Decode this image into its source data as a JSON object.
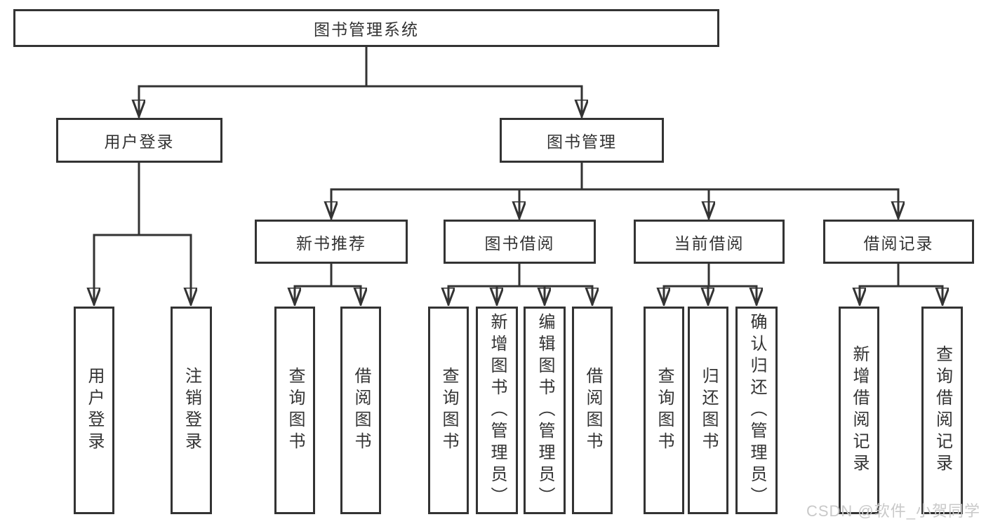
{
  "diagram": {
    "root": {
      "label": "图书管理系统",
      "children": [
        {
          "label": "用户登录",
          "children": [
            {
              "label": "用户登录"
            },
            {
              "label": "注销登录"
            }
          ]
        },
        {
          "label": "图书管理",
          "children": [
            {
              "label": "新书推荐",
              "children": [
                {
                  "label": "查询图书"
                },
                {
                  "label": "借阅图书"
                }
              ]
            },
            {
              "label": "图书借阅",
              "children": [
                {
                  "label": "查询图书"
                },
                {
                  "label": "新增图书（管理员）"
                },
                {
                  "label": "编辑图书（管理员）"
                },
                {
                  "label": "借阅图书"
                }
              ]
            },
            {
              "label": "当前借阅",
              "children": [
                {
                  "label": "查询图书"
                },
                {
                  "label": "归还图书"
                },
                {
                  "label": "确认归还（管理员）"
                }
              ]
            },
            {
              "label": "借阅记录",
              "children": [
                {
                  "label": "新增借阅记录"
                },
                {
                  "label": "查询借阅记录"
                }
              ]
            }
          ]
        }
      ]
    }
  },
  "watermark": {
    "text": "CSDN @软件_小贺同学"
  },
  "colors": {
    "line": "#333333",
    "box_border": "#333333",
    "text": "#333333",
    "watermark": "#c9c9c9",
    "background": "#ffffff"
  }
}
